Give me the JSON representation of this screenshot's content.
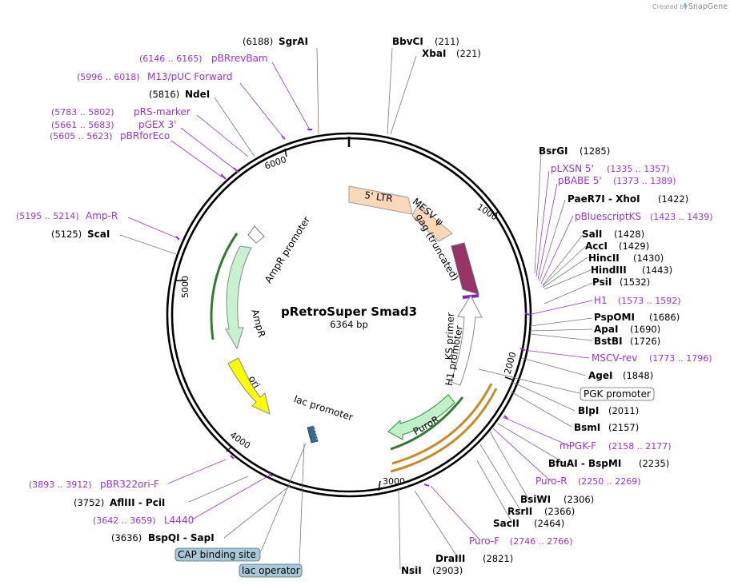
{
  "branding": {
    "created_by": "Created by",
    "logo": "SnapGene"
  },
  "plasmid": {
    "name": "pRetroSuper Smad3",
    "size": "6364 bp"
  },
  "ticks": [
    "1000",
    "2000",
    "3000",
    "4000",
    "5000",
    "6000"
  ],
  "features": {
    "ltr": "5' LTR",
    "mesv": "MESV ψ",
    "gag": "gag (truncated)",
    "ks_primer": "KS primer",
    "h1": "H1 promoter",
    "puror": "PuroR",
    "ampr_promoter": "AmpR promoter",
    "ampr": "AmpR",
    "ori": "ori",
    "lac_promoter": "lac promoter"
  },
  "boxed": {
    "cap": "CAP binding site",
    "lac": "lac operator",
    "pgk": "PGK promoter"
  },
  "sites": {
    "sgrai": {
      "name": "SgrAI",
      "pos": "(6188)"
    },
    "bbvci": {
      "name": "BbvCI",
      "pos": "(211)"
    },
    "xbai": {
      "name": "XbaI",
      "pos": "(221)"
    },
    "ndei": {
      "name": "NdeI",
      "pos": "(5816)"
    },
    "scai": {
      "name": "ScaI",
      "pos": "(5125)"
    },
    "afliii": {
      "name": "AflIII  - PciI",
      "pos": "(3752)"
    },
    "bspqi": {
      "name": "BspQI  - SapI",
      "pos": "(3636)"
    },
    "bsrgi": {
      "name": "BsrGI",
      "pos": "(1285)"
    },
    "paer7i": {
      "name": "PaeR7I  - XhoI",
      "pos": "(1422)"
    },
    "sali": {
      "name": "SalI",
      "pos": "(1428)"
    },
    "acci": {
      "name": "AccI",
      "pos": "(1429)"
    },
    "hincii": {
      "name": "HincII",
      "pos": "(1430)"
    },
    "hindiii": {
      "name": "HindIII",
      "pos": "(1443)"
    },
    "psii": {
      "name": "PsiI",
      "pos": "(1532)"
    },
    "pspomi": {
      "name": "PspOMI",
      "pos": "(1686)"
    },
    "apai": {
      "name": "ApaI",
      "pos": "(1690)"
    },
    "bstbi": {
      "name": "BstBI",
      "pos": "(1726)"
    },
    "agei": {
      "name": "AgeI",
      "pos": "(1848)"
    },
    "blpi": {
      "name": "BlpI",
      "pos": "(2011)"
    },
    "bsmi": {
      "name": "BsmI",
      "pos": "(2157)"
    },
    "bfuai": {
      "name": "BfuAI  - BspMI",
      "pos": "(2235)"
    },
    "bsiwi": {
      "name": "BsiWI",
      "pos": "(2306)"
    },
    "rsrii": {
      "name": "RsrII",
      "pos": "(2366)"
    },
    "sacii": {
      "name": "SacII",
      "pos": "(2464)"
    },
    "draiii": {
      "name": "DraIII",
      "pos": "(2821)"
    },
    "nsii": {
      "name": "NsiI",
      "pos": "(2903)"
    }
  },
  "primers": {
    "pbrrevbam": {
      "name": "pBRrevBam",
      "range": "(6146 .. 6165)"
    },
    "m13": {
      "name": "M13/pUC Forward",
      "range": "(5996 .. 6018)"
    },
    "prs": {
      "name": "pRS-marker",
      "range": "(5783 .. 5802)"
    },
    "pgex": {
      "name": "pGEX 3'",
      "range": "(5661 .. 5683)"
    },
    "pbrforeco": {
      "name": "pBRforEco",
      "range": "(5605 .. 5623)"
    },
    "ampr": {
      "name": "Amp-R",
      "range": "(5195 .. 5214)"
    },
    "pbr322": {
      "name": "pBR322ori-F",
      "range": "(3893 .. 3912)"
    },
    "l4440": {
      "name": "L4440",
      "range": "(3642 .. 3659)"
    },
    "plxsn": {
      "name": "pLXSN 5'",
      "range": "(1335 .. 1357)"
    },
    "pbabe": {
      "name": "pBABE 5'",
      "range": "(1373 .. 1389)"
    },
    "pbks": {
      "name": "pBluescriptKS",
      "range": "(1423 .. 1439)"
    },
    "h1": {
      "name": "H1",
      "range": "(1573 .. 1592)"
    },
    "mscv": {
      "name": "MSCV-rev",
      "range": "(1773 .. 1796)"
    },
    "mpgk": {
      "name": "mPGK-F",
      "range": "(2158 .. 2177)"
    },
    "puror": {
      "name": "Puro-R",
      "range": "(2250 .. 2269)"
    },
    "purof": {
      "name": "Puro-F",
      "range": "(2746 .. 2766)"
    }
  }
}
